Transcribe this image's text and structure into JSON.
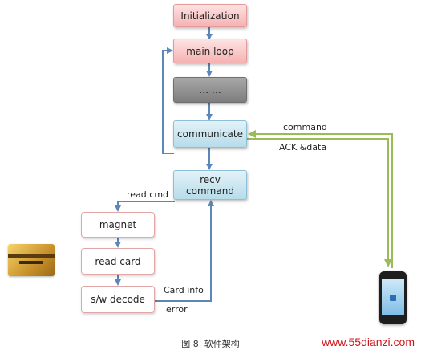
{
  "nodes": {
    "initialization": "Initialization",
    "main_loop": "main loop",
    "ellipsis": "… …",
    "communicate": "communicate",
    "recv_command_line1": "recv",
    "recv_command_line2": "command",
    "magnet": "magnet",
    "read_card": "read card",
    "sw_decode": "s/w decode"
  },
  "edge_labels": {
    "command": "command",
    "ack_data": "ACK &data",
    "read_cmd": "read cmd",
    "card_info": "Card info",
    "error": "error"
  },
  "colors": {
    "arrow_blue": "#5b86b8",
    "arrow_green": "#9bbb59"
  },
  "footer": {
    "caption": "图 8. 软件架构",
    "site": "www.55dianzi.com"
  },
  "images": {
    "card": "magnetic-card-image",
    "phone": "smartphone-image"
  }
}
